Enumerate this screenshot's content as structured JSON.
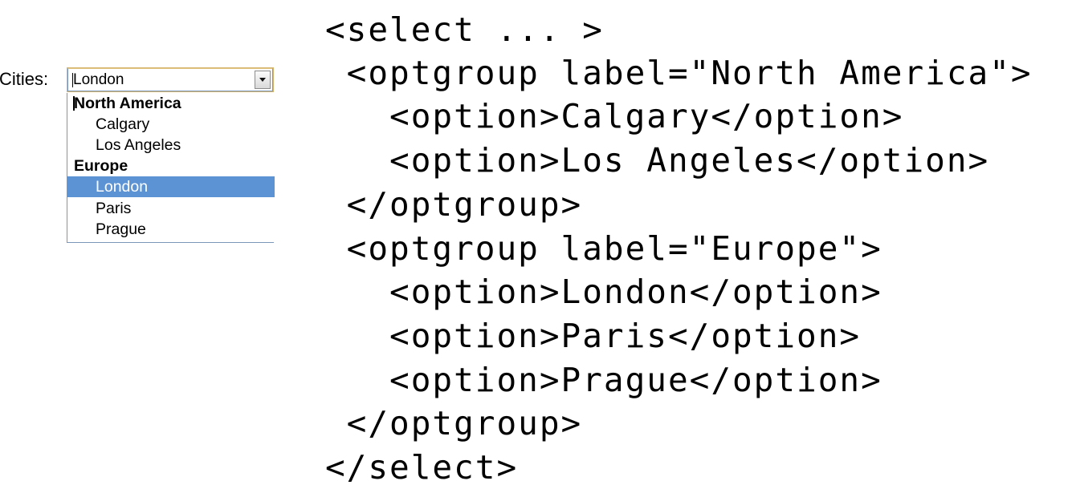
{
  "select_widget": {
    "label": "Cities:",
    "value": "London",
    "dropdown": {
      "groups": [
        {
          "label": "North America",
          "options": [
            "Calgary",
            "Los Angeles"
          ]
        },
        {
          "label": "Europe",
          "options": [
            "London",
            "Paris",
            "Prague"
          ]
        }
      ],
      "selected_option": "London",
      "highlight_color": "#5c93d5"
    },
    "icons": {
      "dropdown_button": "chevron-down-icon"
    }
  },
  "code_listing": {
    "lines": [
      "<select ... >",
      " <optgroup label=\"North America\">",
      "   <option>Calgary</option>",
      "   <option>Los Angeles</option>",
      " </optgroup>",
      " <optgroup label=\"Europe\">",
      "   <option>London</option>",
      "   <option>Paris</option>",
      "   <option>Prague</option>",
      " </optgroup>",
      "</select>"
    ]
  }
}
